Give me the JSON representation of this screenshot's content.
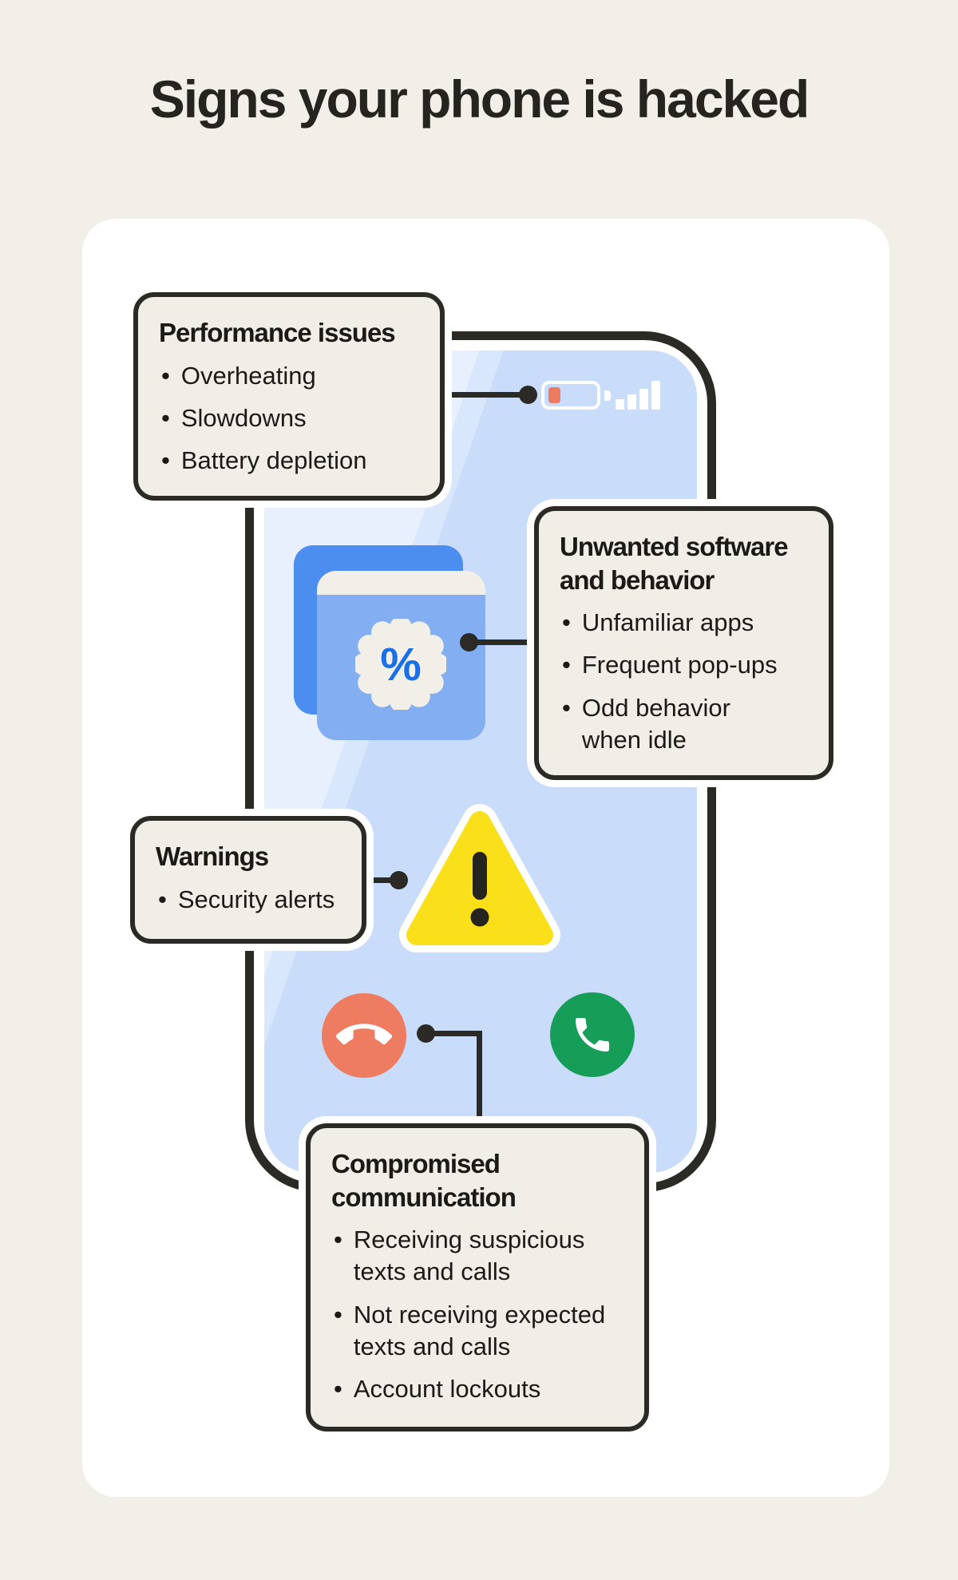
{
  "title": "Signs your phone is hacked",
  "callouts": {
    "performance": {
      "title": "Performance issues",
      "bullets": [
        "Overheating",
        "Slowdowns",
        "Battery depletion"
      ]
    },
    "software": {
      "title": "Unwanted software and behavior",
      "bullets": [
        "Unfamiliar apps",
        "Frequent pop-ups",
        "Odd behavior\nwhen idle"
      ]
    },
    "warnings": {
      "title": "Warnings",
      "bullets": [
        "Security alerts"
      ]
    },
    "communication": {
      "title": "Compromised communication",
      "bullets": [
        "Receiving suspicious\ntexts and calls",
        "Not receiving expected\ntexts and calls",
        "Account lockouts"
      ]
    }
  },
  "phone": {
    "battery_level": "low",
    "signal_bars": 4,
    "app_badge_symbol": "%"
  },
  "icons": {
    "battery": "battery-low-icon",
    "signal": "signal-strength-icon",
    "app_badge": "percent-badge-icon",
    "warning": "warning-triangle-icon",
    "decline_call": "call-end-icon",
    "accept_call": "call-icon"
  },
  "colors": {
    "background": "#F2EFE9",
    "card": "#FFFFFF",
    "ink": "#2B2A25",
    "box_fill": "#F1EEE8",
    "screen": "#C9DCFA",
    "screen_light": "#D9E7FC",
    "screen_lighter": "#E9F0FD",
    "app_back": "#4C8DF0",
    "app_front": "#83AEF1",
    "cream": "#F2EFE9",
    "percent_blue": "#1A70E8",
    "battery_red": "#ED7B61",
    "triangle_yellow": "#F9E01B",
    "exclamation": "#26241E",
    "hangup_salmon": "#EE7C61",
    "call_green": "#169D58"
  }
}
